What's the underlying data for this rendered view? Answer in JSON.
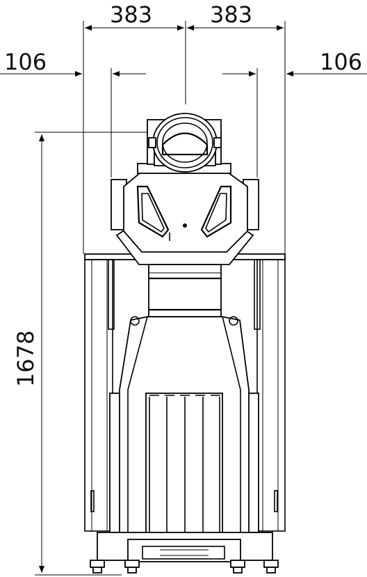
{
  "dimensions": {
    "top_left_width": "383",
    "top_right_width": "383",
    "left_offset": "106",
    "right_offset": "106",
    "height": "1678"
  },
  "colors": {
    "line": "#000000",
    "background": "#ffffff"
  }
}
